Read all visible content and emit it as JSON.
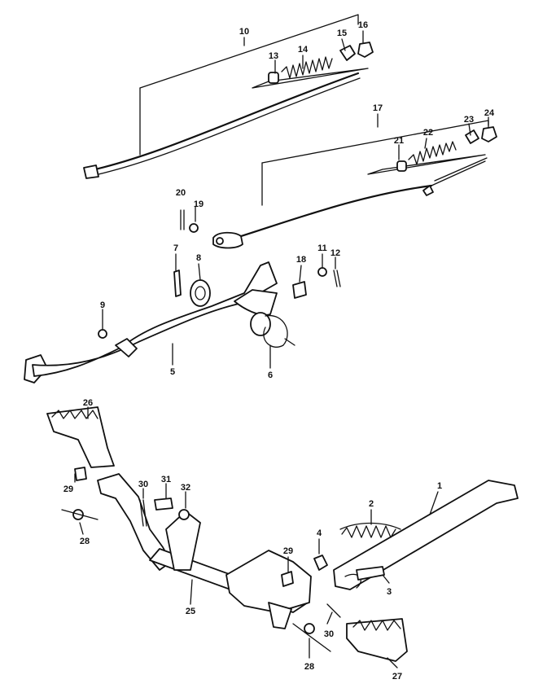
{
  "labels": {
    "p1": "1",
    "p2": "2",
    "p3": "3",
    "p4": "4",
    "p5": "5",
    "p6": "6",
    "p7": "7",
    "p8": "8",
    "p9": "9",
    "p10": "10",
    "p11": "11",
    "p12": "12",
    "p13": "13",
    "p14": "14",
    "p15": "15",
    "p16": "16",
    "p17": "17",
    "p18": "18",
    "p19": "19",
    "p20": "20",
    "p21": "21",
    "p22": "22",
    "p23": "23",
    "p24": "24",
    "p25": "25",
    "p26": "26",
    "p27": "27",
    "p28a": "28",
    "p28b": "28",
    "p29a": "29",
    "p29b": "29",
    "p30a": "30",
    "p30b": "30",
    "p31": "31",
    "p32": "32"
  }
}
